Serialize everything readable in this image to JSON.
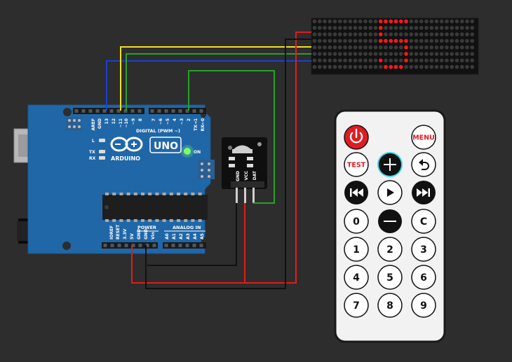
{
  "colors": {
    "background": "#2d2d2d",
    "board": "#2067a8",
    "wire_red": "#e01c1c",
    "wire_black": "#111111",
    "wire_yellow": "#f0e020",
    "wire_green": "#2aa02a",
    "wire_blue": "#1a3fd0",
    "led_on": "#ff1a1a",
    "led_off": "#3a3a3a",
    "remote_body": "#f2f2f2",
    "power_btn": "#e01c22"
  },
  "arduino": {
    "brand": "ARDUINO",
    "model": "UNO",
    "on_label": "ON",
    "l_label": "L",
    "tx_label": "TX",
    "rx_label": "RX",
    "digital_label": "DIGITAL (PWM ~)",
    "power_label": "POWER",
    "analog_label": "ANALOG IN",
    "top_pins": [
      "AREF",
      "GND",
      "13",
      "12",
      "~11",
      "~10",
      "~9",
      "8",
      "7",
      "~6",
      "~5",
      "4",
      "~3",
      "2",
      "TX→1",
      "RX←0"
    ],
    "power_pins": [
      "IOREF",
      "RESET",
      "3.3V",
      "5V",
      "GND",
      "GND",
      "Vin"
    ],
    "analog_pins": [
      "A0",
      "A1",
      "A2",
      "A3",
      "A4",
      "A5"
    ]
  },
  "ir_receiver": {
    "pins": [
      "GND",
      "VCC",
      "DAT"
    ]
  },
  "matrix": {
    "digit": "5"
  },
  "remote": {
    "menu_label": "MENU",
    "test_label": "TEST",
    "numbers": [
      "0",
      "C",
      "1",
      "2",
      "3",
      "4",
      "5",
      "6",
      "7",
      "8",
      "9"
    ]
  }
}
